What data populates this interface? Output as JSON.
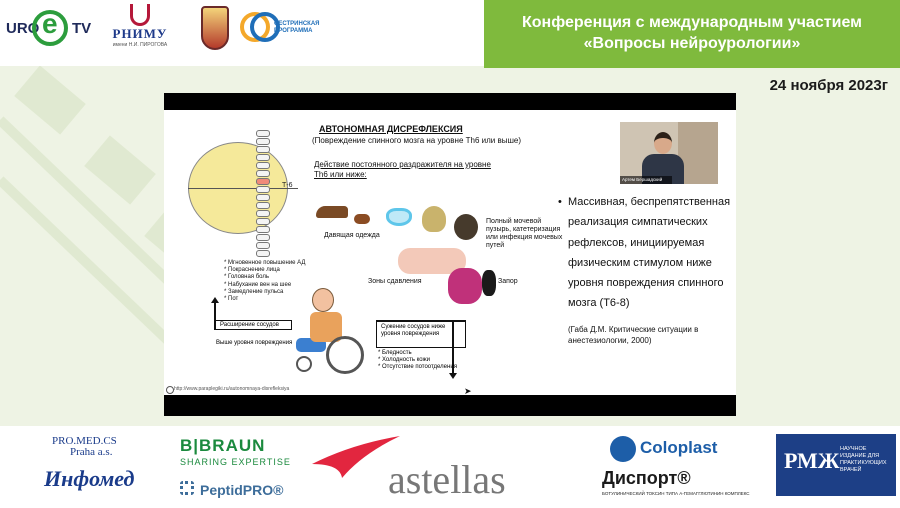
{
  "header": {
    "uro_left": "URO",
    "uro_right": "TV",
    "rnimu": "РНИМУ",
    "rnimu_sub": "имени Н.И. ПИРОГОВА",
    "ssk_text": "СЕСТРИНСКАЯ ПРОГРАММА"
  },
  "title": {
    "line1": "Конференция с международным участием",
    "line2": "«Вопросы нейроурологии»"
  },
  "date": "24 ноября 2023г",
  "slide": {
    "title": "АВТОНОМНАЯ ДИСРЕФЛЕКСИЯ",
    "subtitle": "(Повреждение спинного мозга на уровне Th6 или выше)",
    "action": "Действие постоянного раздражителя на уровне Th6 или ниже:",
    "th6": "Т-6",
    "tight_clothes": "Давящая одежда",
    "pressure_zones": "Зоны сдавления",
    "bladder": "Полный мочевой пузырь, катетеризация или инфекция мочевых путей",
    "constipation": "Запор",
    "symptoms": [
      "* Мгновенное повышение АД",
      "* Покраснение лица",
      "* Головная боль",
      "* Набухание вен на шее",
      "* Замедление пульса",
      "* Пот"
    ],
    "vasodilation": "Расширение сосудов",
    "above_level": "Выше уровня повреждения",
    "vasoconstriction": "Сужение сосудов ниже уровня повреждения",
    "below_symptoms": [
      "* Бледность",
      "* Холодность кожи",
      "* Отсутствие потоотделения"
    ],
    "url": "http://www.paraplegiki.ru/autonomnaya-disrefleksiya",
    "webcam_name": "Артем Бершадский",
    "bullet": "Массивная, беспрепятственная реализация симпатических рефлексов, инициируемая физическим стимулом ниже уровня повреждения спинного мозга (Т6-8)",
    "bullet_mark": "•",
    "reference": "(Габа Д.М. Критические ситуации в анестезиологии, 2000)"
  },
  "sponsors": {
    "promed_line1": "PRO.MED.CS",
    "promed_line2": "Praha a.s.",
    "infomed": "Инфомед",
    "bbraun": "B|BRAUN",
    "bbraun_sub": "SHARING EXPERTISE",
    "peptid": "PeptidPRO®",
    "astellas": "astellas",
    "coloplast": "Coloplast",
    "disport": "Диспорт®",
    "disport_sub": "БОТУЛИНИЧЕСКИЙ ТОКСИН ТИПА А-ГЕМАГГЛЮТИНИН КОМПЛЕКС",
    "rmzh": "РМЖ",
    "rmzh_sub": "НАУЧНОЕ ИЗДАНИЕ ДЛЯ ПРАКТИКУЮЩИХ ВРАЧЕЙ"
  },
  "colors": {
    "title_bg": "#7fba3d",
    "page_bg": "#eef3e4",
    "accent_blue": "#1d5ea8"
  }
}
